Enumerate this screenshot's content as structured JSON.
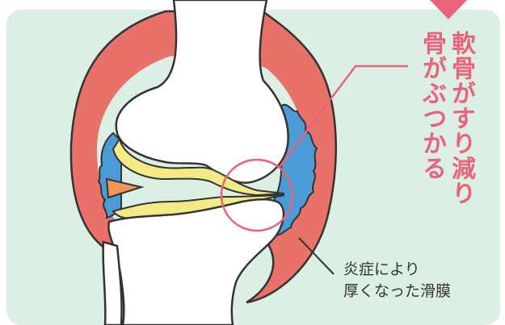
{
  "callout": {
    "line1": "軟骨がすり減り",
    "line2": "骨がぶつかる"
  },
  "synovium_label": {
    "line1": "炎症により",
    "line2": "厚くなった滑膜"
  },
  "colors": {
    "background_panel": "#dcefe4",
    "synovium": "#e8716a",
    "cartilage": "#f3ea86",
    "meniscus_wedge": "#f0965a",
    "inflamed_tissue": "#4a9bd6",
    "bone": "#ffffff",
    "outline": "#333333",
    "accent": "#e9637c"
  }
}
